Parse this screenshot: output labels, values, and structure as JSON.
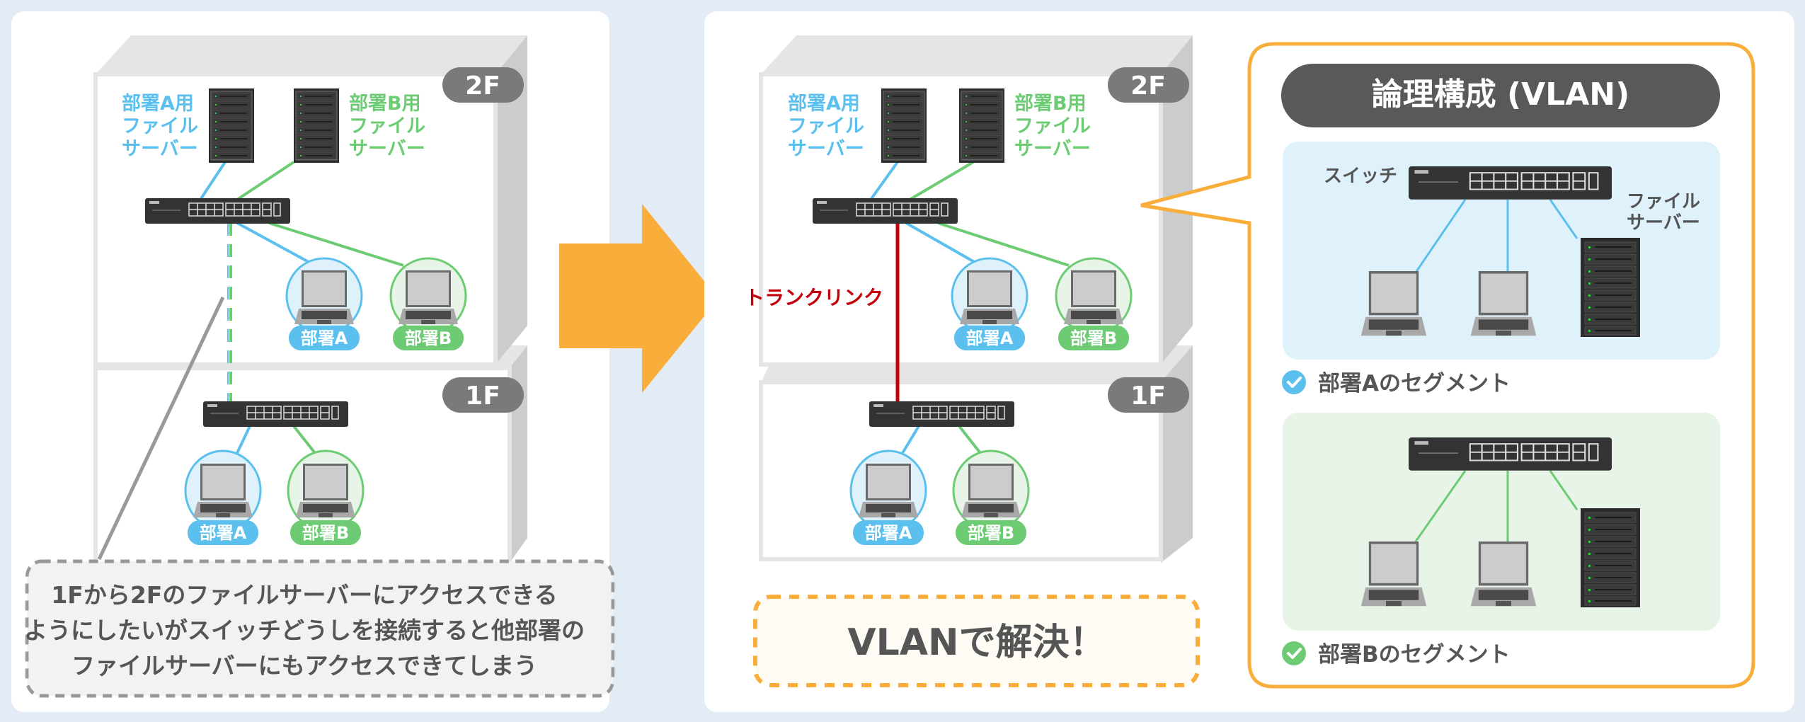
{
  "colors": {
    "background": "#e3ecf4",
    "panel": "#ffffff",
    "dept_a": "#5bc0ee",
    "dept_a_fill": "#dff1fa",
    "dept_b": "#6dcc73",
    "dept_b_fill": "#e8f4e8",
    "accent_orange": "#f9ae3b",
    "trunk_red": "#c4000b",
    "label_dark": "#555555",
    "floor_badge": "#7a7a7a"
  },
  "before": {
    "floor_2f": "2F",
    "floor_1f": "1F",
    "server_a_label": [
      "部署A用",
      "ファイル",
      "サーバー"
    ],
    "server_b_label": [
      "部署B用",
      "ファイル",
      "サーバー"
    ],
    "badge_a": "部署A",
    "badge_b": "部署B",
    "problem_note": [
      "1Fから2Fのファイルサーバーにアクセスできる",
      "ようにしたいがスイッチどうしを接続すると他部署の",
      "ファイルサーバーにもアクセスできてしまう"
    ]
  },
  "after": {
    "floor_2f": "2F",
    "floor_1f": "1F",
    "server_a_label": [
      "部署A用",
      "ファイル",
      "サーバー"
    ],
    "server_b_label": [
      "部署B用",
      "ファイル",
      "サーバー"
    ],
    "badge_a": "部署A",
    "badge_b": "部署B",
    "trunk_label": "トランクリンク",
    "solution": "VLANで解決！"
  },
  "logical": {
    "title": "論理構成 (VLAN)",
    "switch_label": "スイッチ",
    "server_label": [
      "ファイル",
      "サーバー"
    ],
    "segment_a": "部署Aのセグメント",
    "segment_b": "部署Bのセグメント"
  }
}
